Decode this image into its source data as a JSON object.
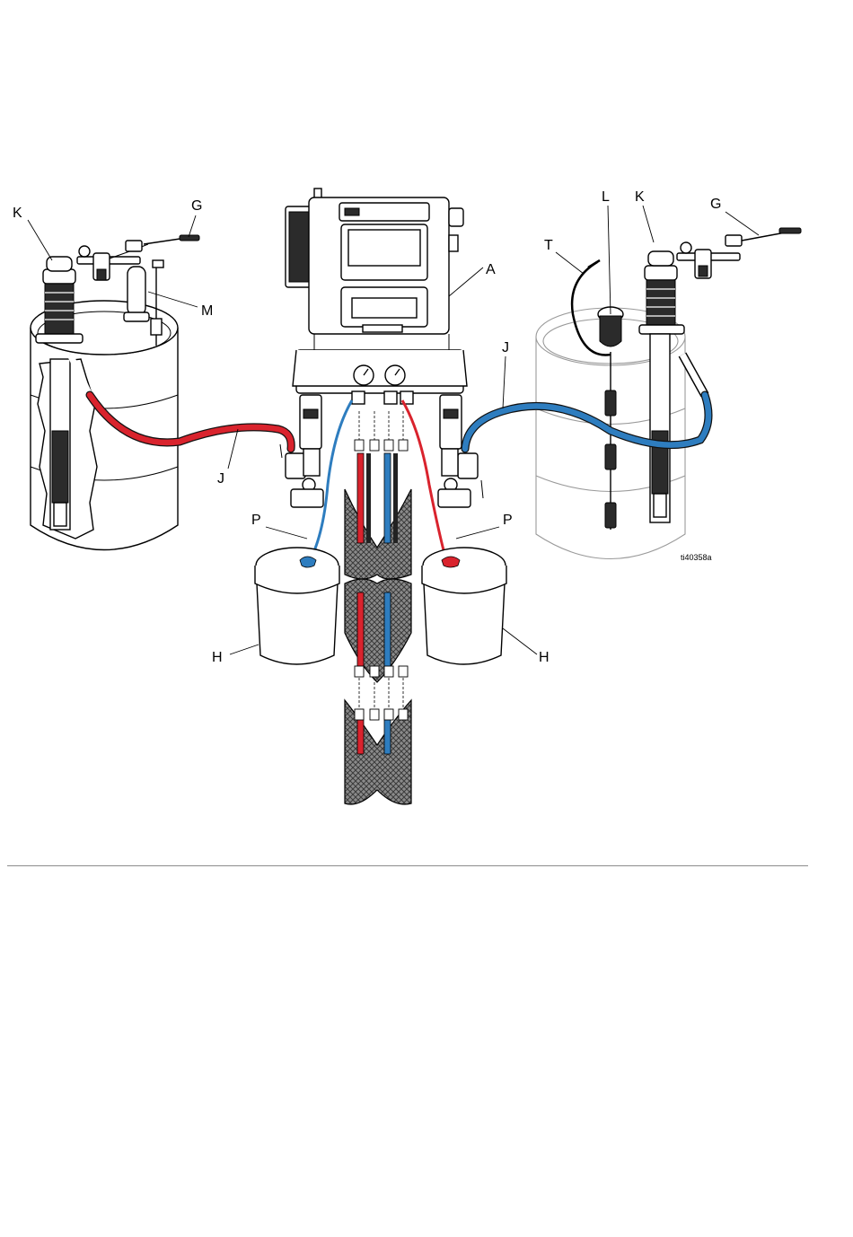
{
  "callouts": {
    "K_left": "K",
    "G_left": "G",
    "M": "M",
    "A": "A",
    "J_left": "J",
    "P_left": "P",
    "H_left": "H",
    "L": "L",
    "K_right": "K",
    "G_right": "G",
    "T": "T",
    "J_right": "J",
    "P_right": "P",
    "H_right": "H"
  },
  "figure_id": "ti40358a",
  "colors": {
    "hose_red": "#d9232d",
    "hose_blue": "#2e7dbf",
    "outline": "#000000",
    "separator": "#8c8c8c"
  }
}
